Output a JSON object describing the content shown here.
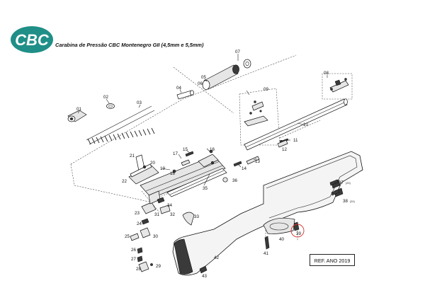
{
  "brand": {
    "logo_text": "CBC",
    "color": "#1f8f87"
  },
  "title": "Carabina de Pressão CBC Montenegro GII (4,5mm e 5,5mm)",
  "reference": "REF. ANO 2019",
  "parts": {
    "p01": "01",
    "p02": "02",
    "p03": "03",
    "p04": "04",
    "p05": "05",
    "p06": "06",
    "p07": "07",
    "p08": "08",
    "p09": "09",
    "p10": "10",
    "p11": "11",
    "p12": "12",
    "p13": "13",
    "p14": "14",
    "p15": "15",
    "p16": "16",
    "p17": "17",
    "p18": "18",
    "p19": "19",
    "p20": "20",
    "p21": "21",
    "p22": "22",
    "p23": "23",
    "p24": "24",
    "p25": "25",
    "p26": "26",
    "p27": "27",
    "p28": "28",
    "p29": "29",
    "p30": "30",
    "p31": "31",
    "p32": "32",
    "p33": "33",
    "p34": "34",
    "p35": "35",
    "p36": "36",
    "p37": "37",
    "p38": "38",
    "p39": "39",
    "p40": "40",
    "p41": "41",
    "p42": "42",
    "p43": "43"
  },
  "annotations": {
    "a37": "(2X)",
    "a38": "(2X)"
  }
}
